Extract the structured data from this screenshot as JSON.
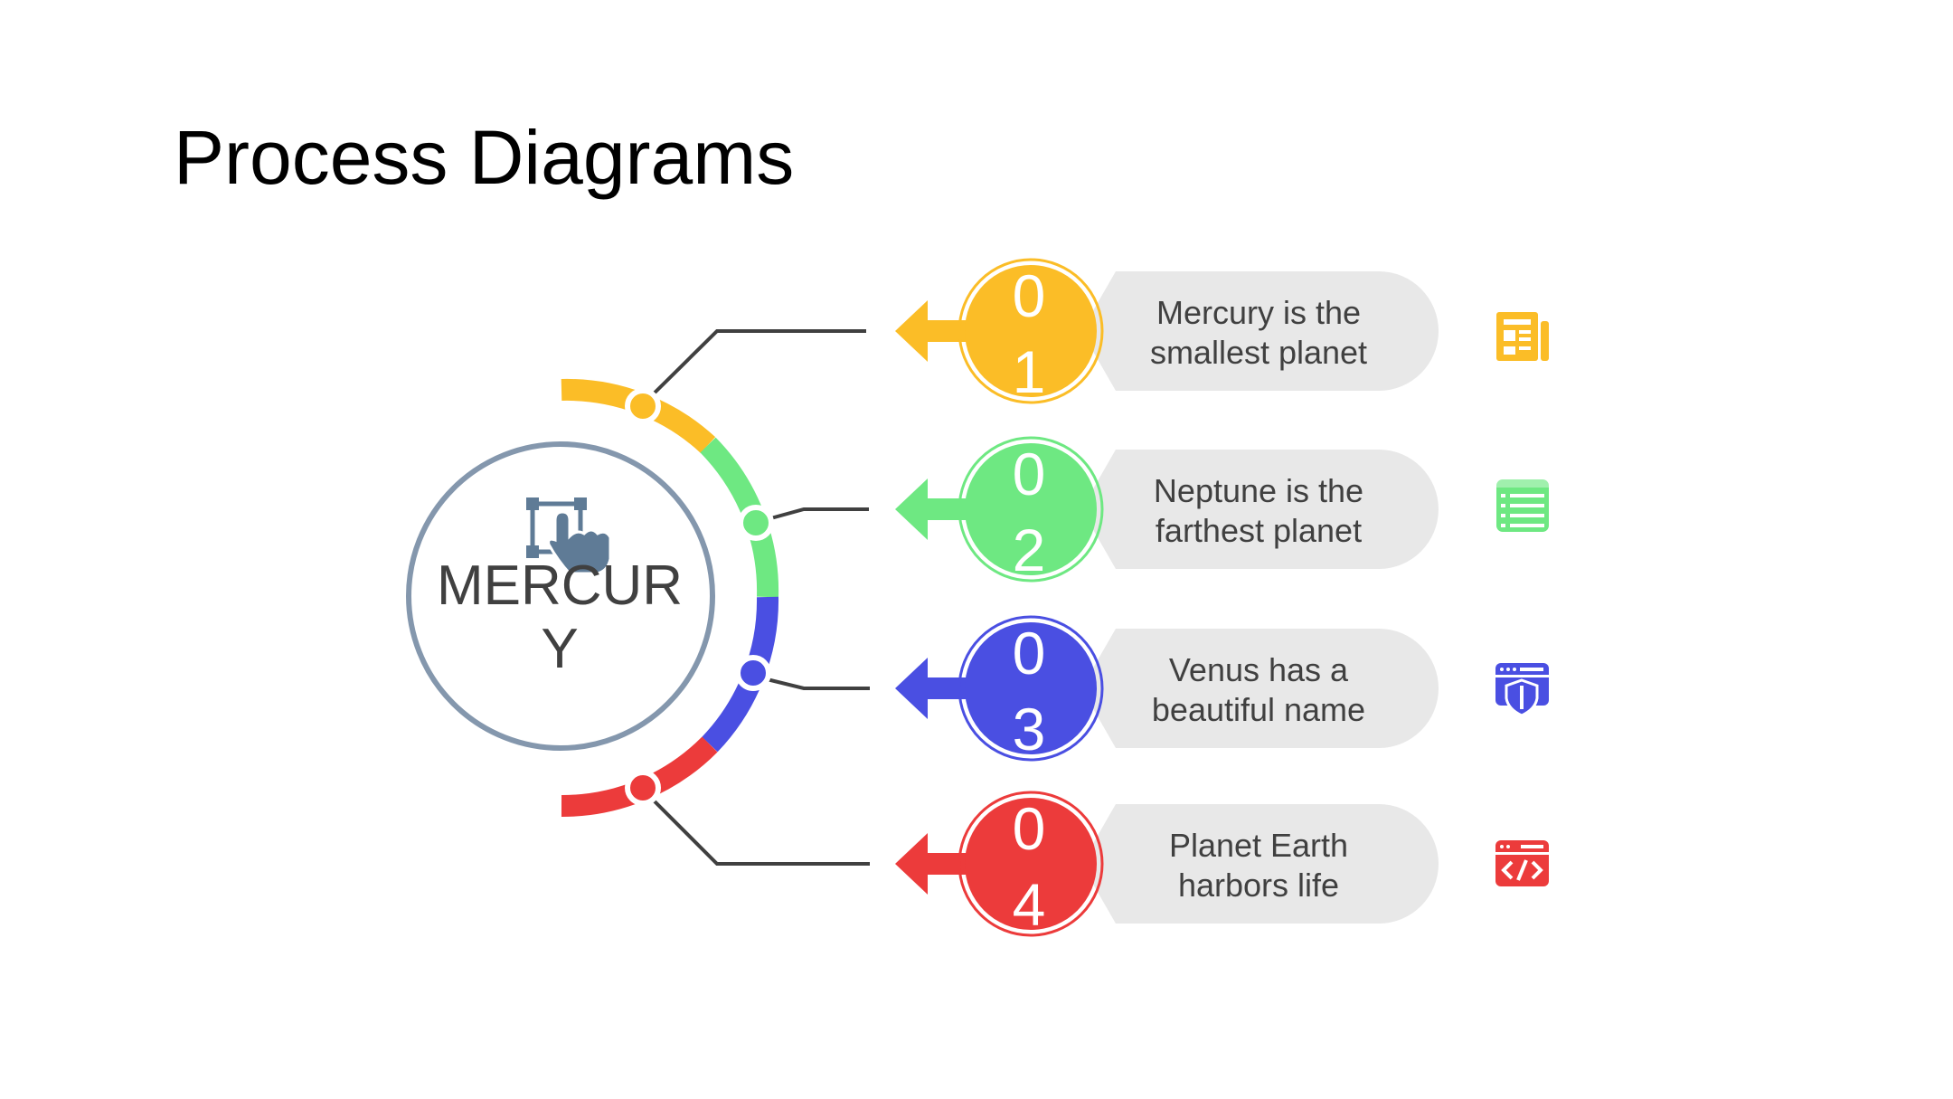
{
  "slide": {
    "title": "Process Diagrams"
  },
  "hub": {
    "label_line1": "MERCUR",
    "label_line2": "Y",
    "icon": "hand-pointer-select-icon",
    "ring_color": "#8497ad",
    "icon_color": "#5f7b96"
  },
  "steps": [
    {
      "number_line1": "0",
      "number_line2": "1",
      "text_line1": "Mercury is the",
      "text_line2": "smallest planet",
      "color": "#fbbd27",
      "icon": "newspaper-icon"
    },
    {
      "number_line1": "0",
      "number_line2": "2",
      "text_line1": "Neptune is the",
      "text_line2": "farthest planet",
      "color": "#6ee882",
      "icon": "server-list-icon"
    },
    {
      "number_line1": "0",
      "number_line2": "3",
      "text_line1": "Venus has a",
      "text_line2": "beautiful name",
      "color": "#4a4fe2",
      "icon": "browser-shield-icon"
    },
    {
      "number_line1": "0",
      "number_line2": "4",
      "text_line1": "Planet Earth",
      "text_line2": "harbors life",
      "color": "#ec3b3b",
      "icon": "browser-code-icon"
    }
  ],
  "colors": {
    "pill_background": "#e8e8e8",
    "connector": "#404040"
  }
}
